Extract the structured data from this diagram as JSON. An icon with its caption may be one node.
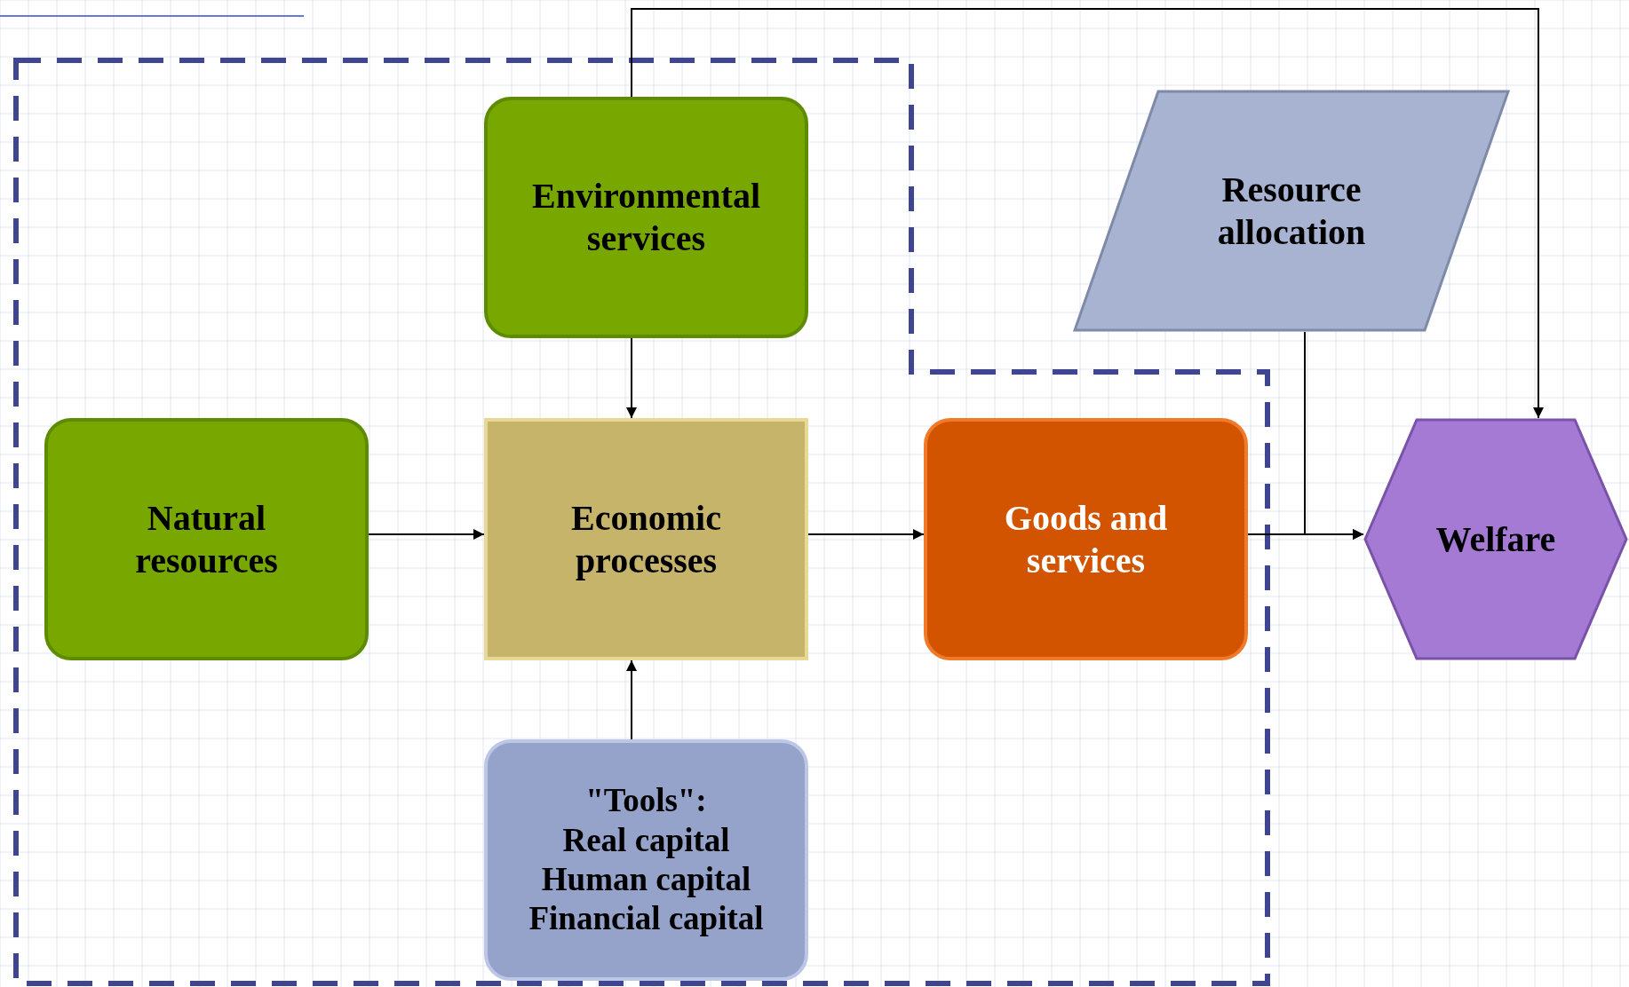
{
  "diagram": {
    "nodes": [
      {
        "text": [
          "Environmental services"
        ]
      },
      {
        "text": [
          "Resource allocation"
        ]
      },
      {
        "text": [
          "Natural resources"
        ]
      },
      {
        "text": [
          "Economic processes"
        ]
      },
      {
        "text": [
          "Goods and services"
        ]
      },
      {
        "text": [
          "Welfare"
        ]
      },
      {
        "text": [
          "\"Tools\":",
          "Real capital Human capital Financial capital"
        ]
      }
    ],
    "edges": [
      {
        "from": 0,
        "to": 3,
        "arrow": "to"
      },
      {
        "from": 0,
        "to": 5,
        "arrow": "to"
      },
      {
        "from": 2,
        "to": 3,
        "arrow": "to"
      },
      {
        "from": 6,
        "to": 3,
        "arrow": "to"
      },
      {
        "from": 3,
        "to": 4,
        "arrow": "to"
      },
      {
        "from": 4,
        "to": 5,
        "arrow": "to"
      },
      {
        "from": 1,
        "to": 5,
        "arrow": "to"
      }
    ]
  }
}
